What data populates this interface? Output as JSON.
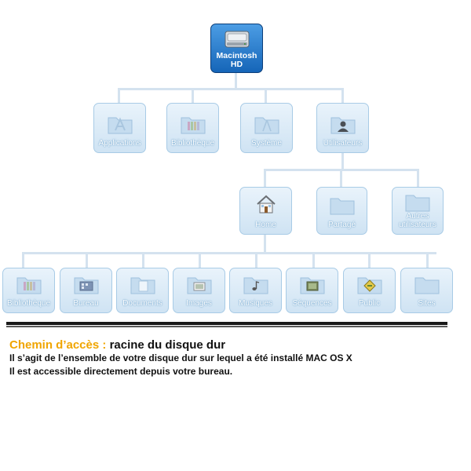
{
  "diagram": {
    "root": {
      "label_line1": "Macintosh",
      "label_line2": "HD",
      "icon": "hard-drive-icon"
    },
    "level1": [
      {
        "key": "applications",
        "label": "Applications",
        "icon": "applications-folder-icon"
      },
      {
        "key": "bibliotheque",
        "label": "Bibliothèque",
        "icon": "library-folder-icon"
      },
      {
        "key": "systeme",
        "label": "Système",
        "icon": "system-folder-icon"
      },
      {
        "key": "utilisateurs",
        "label": "Utilisateurs",
        "icon": "users-folder-icon"
      }
    ],
    "level2": [
      {
        "key": "home",
        "label": "Home",
        "icon": "home-icon"
      },
      {
        "key": "partage",
        "label": "Partagé",
        "icon": "shared-folder-icon"
      },
      {
        "key": "autres",
        "label_line1": "Autres",
        "label_line2": "utilisateurs",
        "icon": "folder-icon"
      }
    ],
    "level3": [
      {
        "key": "bibliotheque",
        "label": "Bibliothèque",
        "icon": "library-folder-icon"
      },
      {
        "key": "bureau",
        "label": "Bureau",
        "icon": "desktop-folder-icon"
      },
      {
        "key": "documents",
        "label": "Documents",
        "icon": "documents-folder-icon"
      },
      {
        "key": "images",
        "label": "Images",
        "icon": "pictures-folder-icon"
      },
      {
        "key": "musiques",
        "label": "Musiques",
        "icon": "music-folder-icon"
      },
      {
        "key": "sequences",
        "label": "Séquences",
        "icon": "movies-folder-icon"
      },
      {
        "key": "public",
        "label": "Public",
        "icon": "public-folder-icon"
      },
      {
        "key": "sites",
        "label": "Sites",
        "icon": "sites-folder-icon"
      }
    ]
  },
  "caption": {
    "lead": "Chemin d’accès :",
    "path": "racine du disque dur",
    "line2": "Il s’agit de l’ensemble de votre disque dur sur lequel a été installé MAC OS X",
    "line3": "Il est accessible directement depuis votre bureau."
  },
  "colors": {
    "accent": "#f0a500",
    "root_node": "#1e78d0",
    "faded_node": "#dcebf7",
    "connector": "#d4e2ef"
  }
}
